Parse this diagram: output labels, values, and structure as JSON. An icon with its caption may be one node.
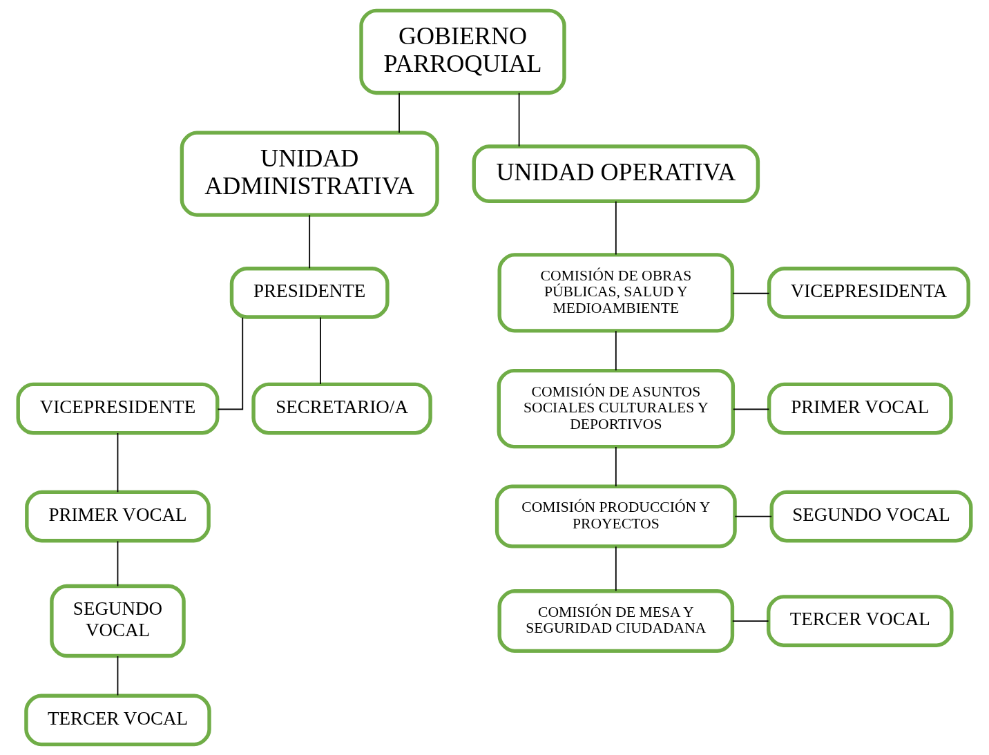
{
  "diagram": {
    "nodes": [
      {
        "text": [
          "GOBIERNO PARROQUIAL"
        ]
      },
      {
        "text": [
          "UNIDAD ADMINISTRATIVA"
        ]
      },
      {
        "text": [
          "UNIDAD OPERATIVA"
        ]
      },
      {
        "text": [
          "PRESIDENTE"
        ]
      },
      {
        "text": [
          "VICEPRESIDENTE"
        ]
      },
      {
        "text": [
          "SECRETARIO/A"
        ]
      },
      {
        "text": [
          "PRIMER VOCAL"
        ]
      },
      {
        "text": [
          "SEGUNDO VOCAL"
        ]
      },
      {
        "text": [
          "TERCER VOCAL"
        ]
      },
      {
        "text": [
          "COMISIÓN DE OBRAS PÚBLICAS, SALUD Y MEDIOAMBIENTE"
        ]
      },
      {
        "text": [
          "VICEPRESIDENTA"
        ]
      },
      {
        "text": [
          "COMISIÓN DE ASUNTOS SOCIALES CULTURALES Y DEPORTIVOS"
        ]
      },
      {
        "text": [
          "PRIMER VOCAL"
        ]
      },
      {
        "text": [
          "COMISIÓN PRODUCCIÓN Y PROYECTOS"
        ]
      },
      {
        "text": [
          "SEGUNDO VOCAL"
        ]
      },
      {
        "text": [
          "COMISIÓN DE MESA Y SEGURIDAD CIUDADANA"
        ]
      },
      {
        "text": [
          "TERCER VOCAL"
        ]
      }
    ],
    "edges": [
      {
        "from": 0,
        "to": 1,
        "arrow": "none"
      },
      {
        "from": 0,
        "to": 2,
        "arrow": "none"
      },
      {
        "from": 1,
        "to": 3,
        "arrow": "none"
      },
      {
        "from": 3,
        "to": 4,
        "arrow": "none"
      },
      {
        "from": 3,
        "to": 5,
        "arrow": "none"
      },
      {
        "from": 4,
        "to": 6,
        "arrow": "none"
      },
      {
        "from": 6,
        "to": 7,
        "arrow": "none"
      },
      {
        "from": 7,
        "to": 8,
        "arrow": "none"
      },
      {
        "from": 2,
        "to": 9,
        "arrow": "none"
      },
      {
        "from": 9,
        "to": 10,
        "arrow": "none"
      },
      {
        "from": 9,
        "to": 11,
        "arrow": "none"
      },
      {
        "from": 11,
        "to": 12,
        "arrow": "none"
      },
      {
        "from": 11,
        "to": 13,
        "arrow": "none"
      },
      {
        "from": 13,
        "to": 14,
        "arrow": "none"
      },
      {
        "from": 13,
        "to": 15,
        "arrow": "none"
      },
      {
        "from": 15,
        "to": 16,
        "arrow": "none"
      }
    ]
  }
}
